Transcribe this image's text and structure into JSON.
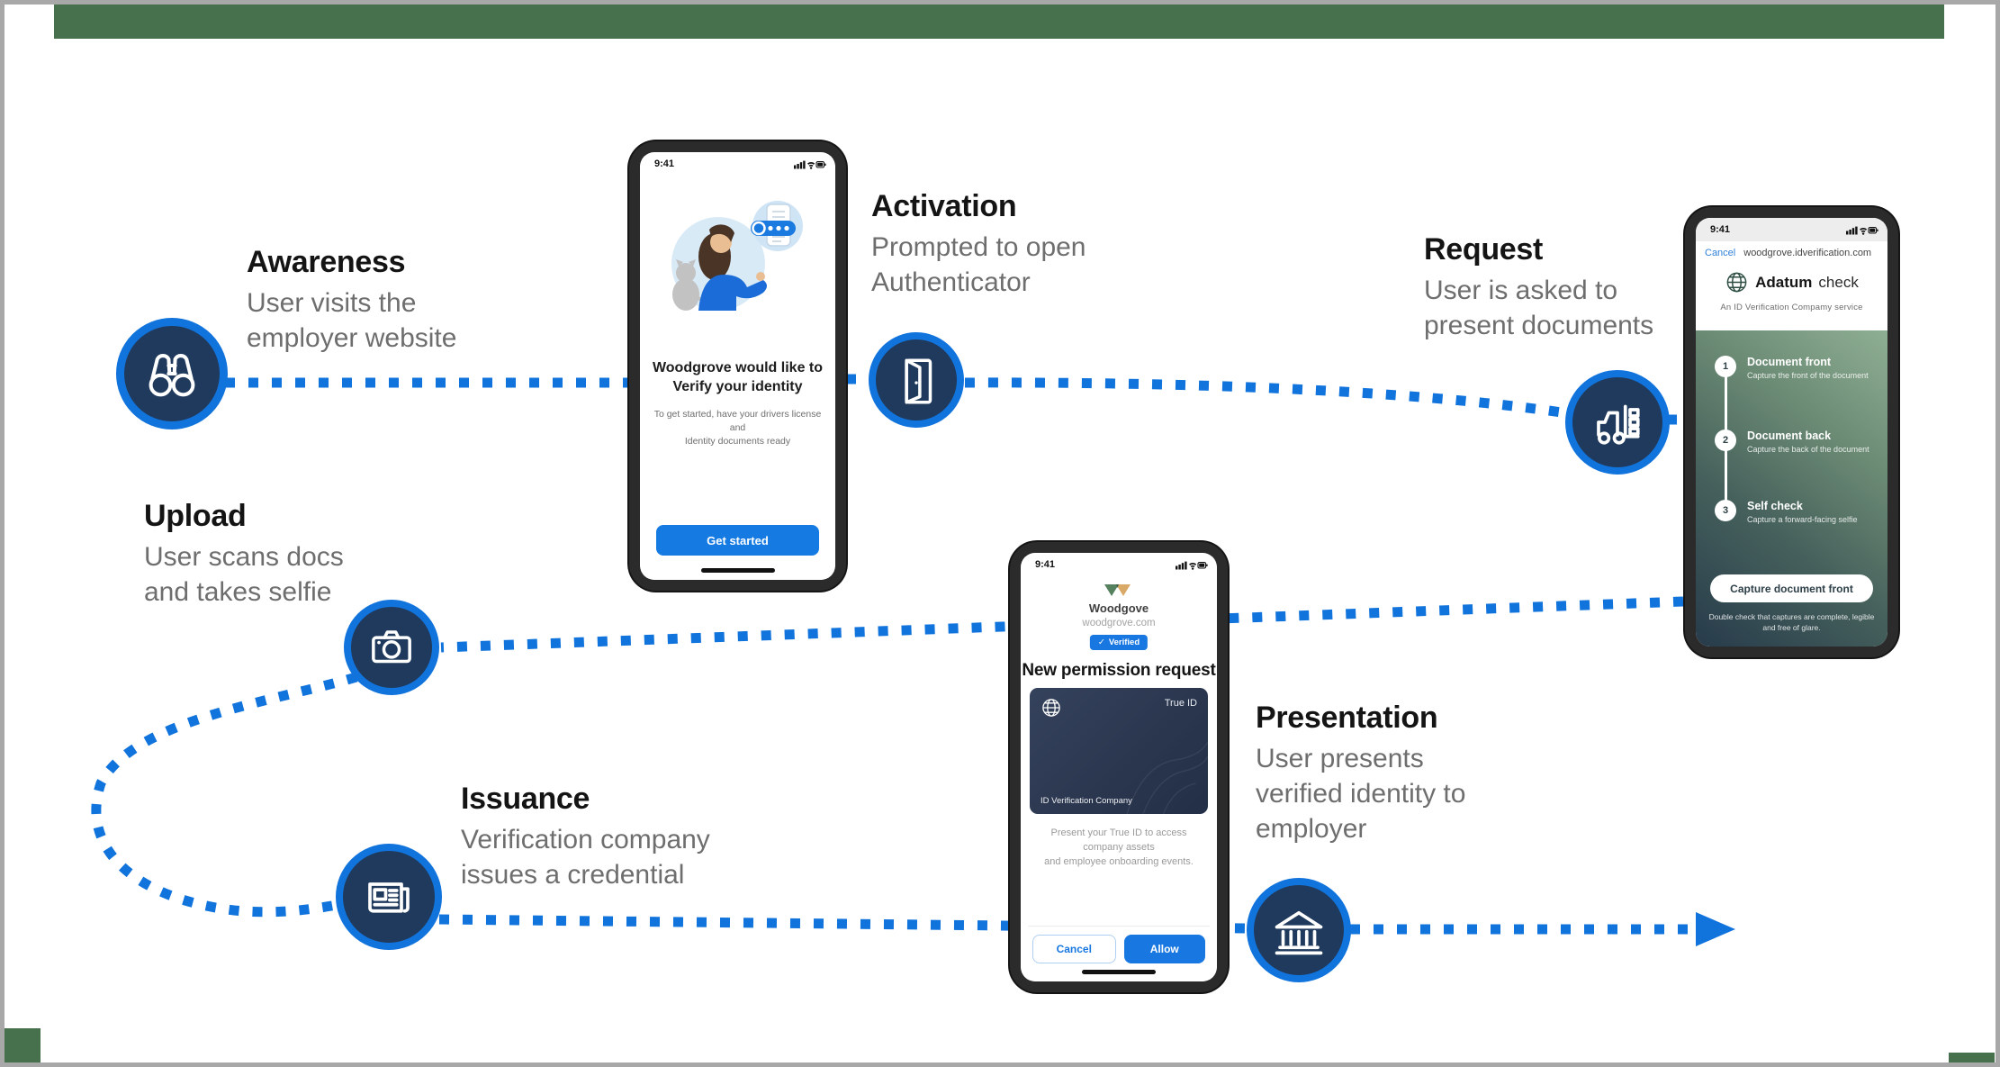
{
  "colors": {
    "flow_blue": "#1173DC",
    "node_fill": "#1F3A5C",
    "node_ring": "#1173DC",
    "slide_green": "#47704C",
    "frame_gray": "#A8A8A8",
    "button_blue": "#157BE2",
    "badge_blue": "#1877E0",
    "card_navy": "#2B374F",
    "screen_green_light": "#8FAF94",
    "screen_green_dark": "#273B4B"
  },
  "steps": [
    {
      "id": "awareness",
      "title": "Awareness",
      "description": "User visits the\nemployer website",
      "icon": "binoculars-icon"
    },
    {
      "id": "activation",
      "title": "Activation",
      "description": "Prompted to open\nAuthenticator",
      "icon": "door-icon"
    },
    {
      "id": "request",
      "title": "Request",
      "description": "User is asked to\npresent documents",
      "icon": "forklift-icon"
    },
    {
      "id": "upload",
      "title": "Upload",
      "description": "User scans docs\nand takes selfie",
      "icon": "camera-icon"
    },
    {
      "id": "issuance",
      "title": "Issuance",
      "description": "Verification company\nissues a credential",
      "icon": "newspaper-icon"
    },
    {
      "id": "presentation",
      "title": "Presentation",
      "description": "User presents\nverified identity to\nemployer",
      "icon": "bank-icon"
    }
  ],
  "phones": {
    "authenticator": {
      "status_time": "9:41",
      "title": "Woodgrove would like to\nVerify your identity",
      "subtitle": "To get started, have your drivers license and\nIdentity documents ready",
      "button": "Get started"
    },
    "permission": {
      "status_time": "9:41",
      "brand": "Woodgove",
      "domain": "woodgrove.com",
      "verified_check": "✓",
      "verified_badge": "Verified",
      "heading": "New permission request",
      "card_label": "True ID",
      "card_issuer": "ID Verification Company",
      "body": "Present your True ID to access company assets\nand employee onboarding events.",
      "cancel": "Cancel",
      "allow": "Allow"
    },
    "idcheck": {
      "status_time": "9:41",
      "cancel": "Cancel",
      "url": "woodgrove.idverification.com",
      "brand_bold": "Adatum",
      "brand_light": "check",
      "tagline": "An ID Verification Compamy service",
      "steps": [
        {
          "num": "1",
          "title": "Document front",
          "desc": "Capture the front of the document"
        },
        {
          "num": "2",
          "title": "Document back",
          "desc": "Capture the back of the document"
        },
        {
          "num": "3",
          "title": "Self check",
          "desc": "Capture a forward-facing selfie"
        }
      ],
      "button": "Capture document front",
      "footnote": "Double check that captures are complete, legible\nand free of glare."
    }
  }
}
